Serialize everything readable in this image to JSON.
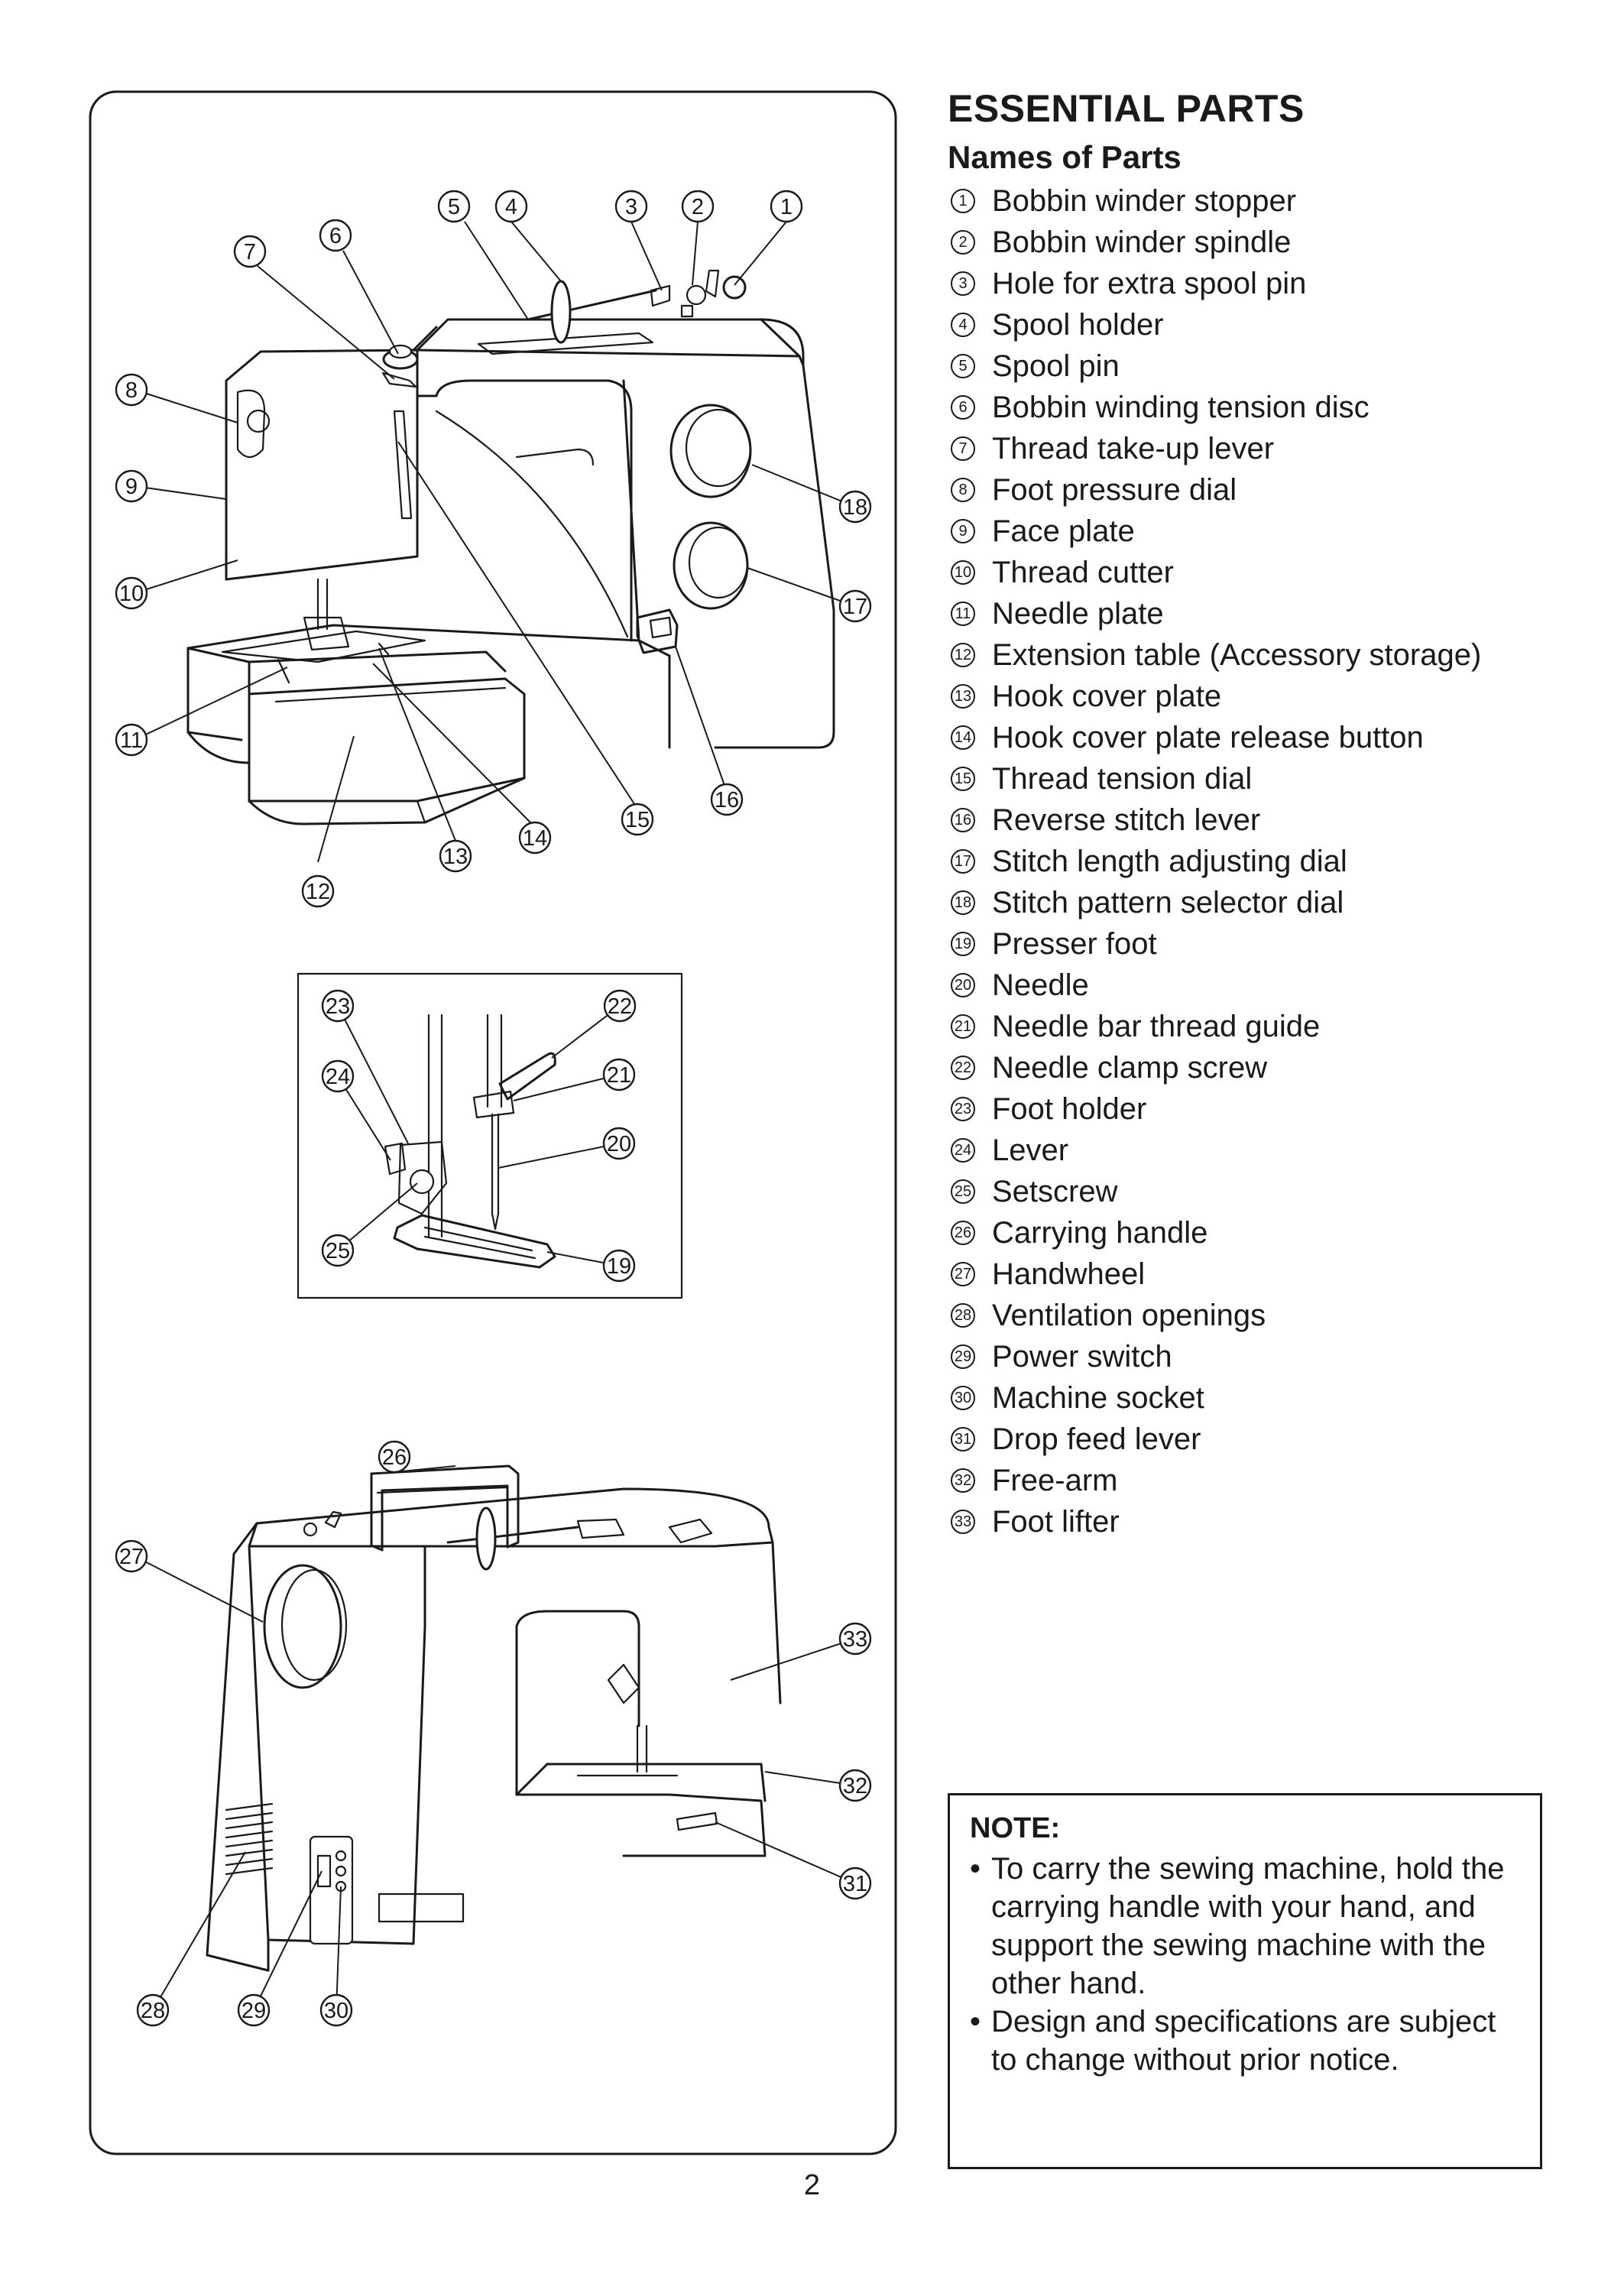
{
  "title": "ESSENTIAL PARTS",
  "subtitle": "Names of Parts",
  "parts": [
    {
      "num": "1",
      "name": "Bobbin winder stopper"
    },
    {
      "num": "2",
      "name": "Bobbin winder spindle"
    },
    {
      "num": "3",
      "name": "Hole for extra spool pin"
    },
    {
      "num": "4",
      "name": "Spool holder"
    },
    {
      "num": "5",
      "name": "Spool pin"
    },
    {
      "num": "6",
      "name": "Bobbin winding tension disc"
    },
    {
      "num": "7",
      "name": "Thread take-up lever"
    },
    {
      "num": "8",
      "name": "Foot pressure dial"
    },
    {
      "num": "9",
      "name": "Face plate"
    },
    {
      "num": "10",
      "name": "Thread cutter"
    },
    {
      "num": "11",
      "name": "Needle plate"
    },
    {
      "num": "12",
      "name": "Extension table (Accessory storage)"
    },
    {
      "num": "13",
      "name": "Hook cover plate"
    },
    {
      "num": "14",
      "name": "Hook cover plate release button"
    },
    {
      "num": "15",
      "name": "Thread tension dial"
    },
    {
      "num": "16",
      "name": "Reverse stitch lever"
    },
    {
      "num": "17",
      "name": "Stitch length adjusting dial"
    },
    {
      "num": "18",
      "name": "Stitch pattern selector dial"
    },
    {
      "num": "19",
      "name": "Presser foot"
    },
    {
      "num": "20",
      "name": "Needle"
    },
    {
      "num": "21",
      "name": "Needle bar thread guide"
    },
    {
      "num": "22",
      "name": "Needle clamp screw"
    },
    {
      "num": "23",
      "name": "Foot holder"
    },
    {
      "num": "24",
      "name": "Lever"
    },
    {
      "num": "25",
      "name": "Setscrew"
    },
    {
      "num": "26",
      "name": "Carrying handle"
    },
    {
      "num": "27",
      "name": "Handwheel"
    },
    {
      "num": "28",
      "name": "Ventilation openings"
    },
    {
      "num": "29",
      "name": "Power switch"
    },
    {
      "num": "30",
      "name": "Machine socket"
    },
    {
      "num": "31",
      "name": "Drop feed lever"
    },
    {
      "num": "32",
      "name": "Free-arm"
    },
    {
      "num": "33",
      "name": "Foot lifter"
    }
  ],
  "note": {
    "title": "NOTE:",
    "items": [
      "To carry the sewing machine, hold the carrying handle with your hand, and support the sewing machine with the other hand.",
      "Design and specifications are subject to change without prior notice."
    ]
  },
  "page_number": "2"
}
